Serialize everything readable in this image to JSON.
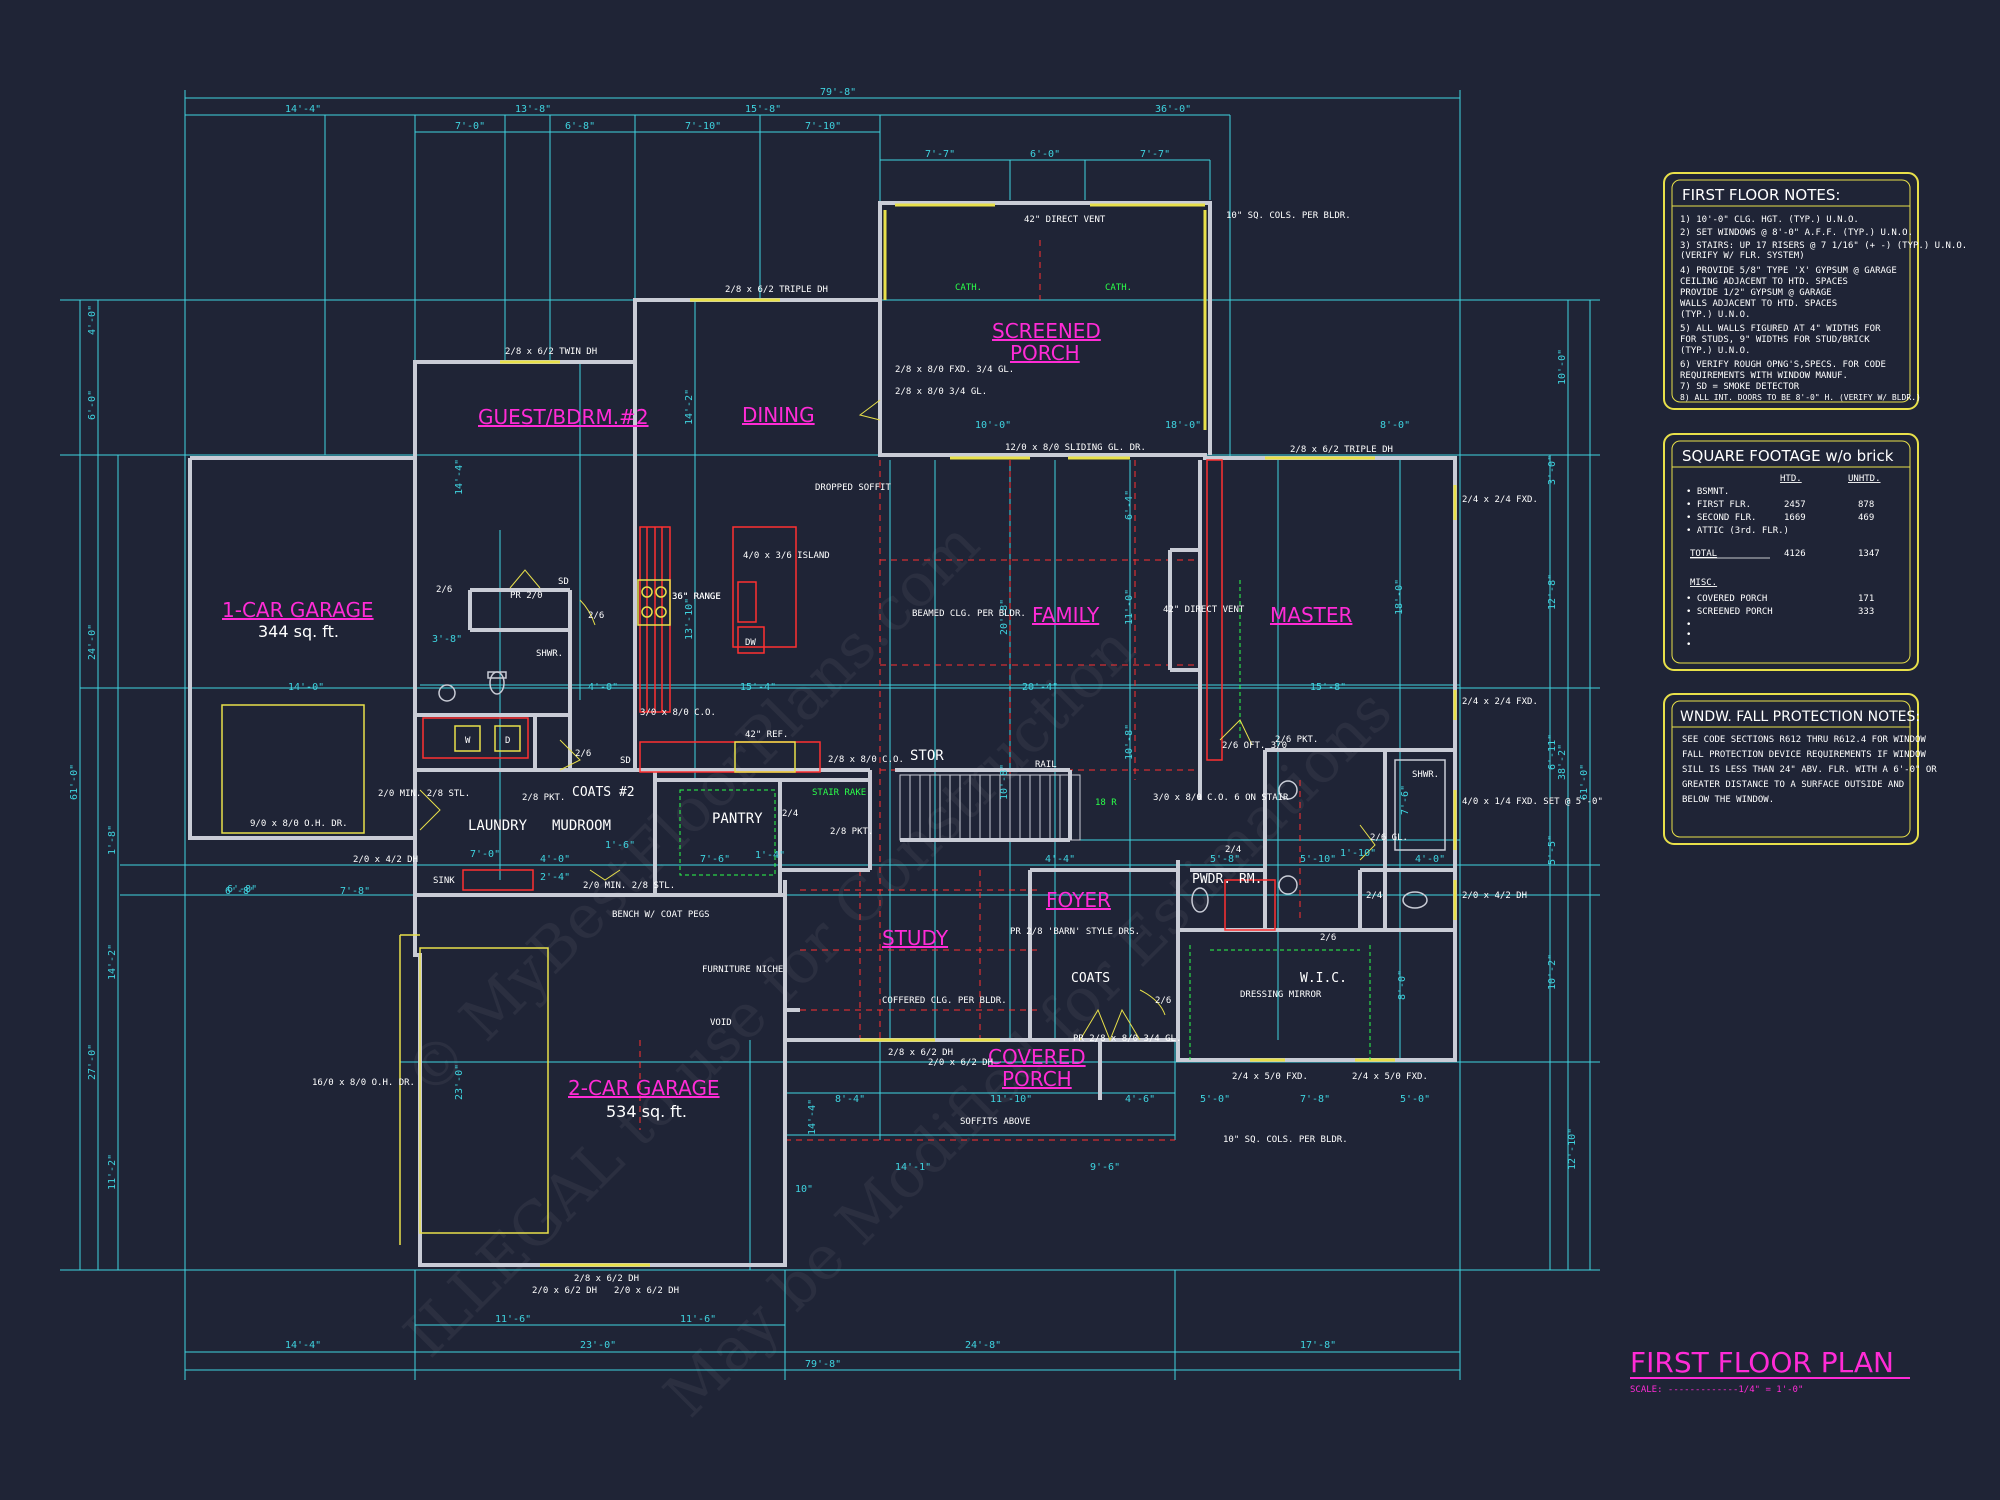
{
  "colors": {
    "background": "#1f2436",
    "wall": "#c9ccd6",
    "dimension": "#3fd4e0",
    "room_label": "#ff2bd6",
    "window": "#e8e04a",
    "hidden": "#ff3030",
    "accent_green": "#2bff4a"
  },
  "plan_title": "FIRST FLOOR PLAN",
  "plan_scale": "SCALE: -------------1/4\" = 1'-0\"",
  "watermarks": [
    "© MyBestFloorPlans.com",
    "ILLEGAL to use for Construction",
    "May be Modified for Estimations"
  ],
  "rooms": {
    "garage1": "1-CAR GARAGE",
    "garage1_area": "344 sq. ft.",
    "guest": "GUEST/BDRM.#2",
    "dining": "DINING",
    "screened": "SCREENED",
    "screened2": "PORCH",
    "family": "FAMILY",
    "master": "MASTER",
    "laundry": "LAUNDRY",
    "mudroom": "MUDROOM",
    "pantry": "PANTRY",
    "stor": "STOR",
    "study": "STUDY",
    "foyer": "FOYER",
    "covered": "COVERED",
    "covered2": "PORCH",
    "garage2": "2-CAR GARAGE",
    "garage2_area": "534 sq. ft.",
    "pwdr": "PWDR. RM.",
    "wic": "W.I.C.",
    "coats2": "COATS #2",
    "coats": "COATS"
  },
  "dims_top": {
    "overall": "79'-8\"",
    "a": "14'-4\"",
    "b": "13'-8\"",
    "c": "15'-8\"",
    "d": "36'-0\"",
    "e": "7'-0\"",
    "f": "6'-8\"",
    "g": "7'-10\"",
    "h": "7'-10\"",
    "i": "7'-7\"",
    "j": "6'-0\"",
    "k": "7'-7\""
  },
  "dims_bottom": {
    "overall": "79'-8\"",
    "a": "14'-4\"",
    "b": "23'-0\"",
    "c": "24'-8\"",
    "d": "17'-8\"",
    "e": "11'-6\"",
    "f": "11'-6\""
  },
  "dims_left": {
    "overall": "61'-0\"",
    "a": "24'-0\"",
    "b": "27'-0\"",
    "c": "14'-2\"",
    "d": "11'-2\"",
    "e": "4'-0\"",
    "f": "6'-0\"",
    "g": "1'-8\""
  },
  "dims_right": {
    "overall": "61'-0\"",
    "a": "38'-2\"",
    "b": "10'-0\"",
    "c": "3'-0\"",
    "d": "12'-8\"",
    "e": "6'-11\"",
    "f": "5'-5\"",
    "g": "10'-2\"",
    "h": "12'-10\""
  },
  "dims_inner": [
    "14'-0\"",
    "7'-0\"",
    "6'-8\"",
    "3'-8\"",
    "4'-0\"",
    "15'-4\"",
    "20'-4\"",
    "15'-8\"",
    "14'-4\"",
    "14'-2\"",
    "13'-10\"",
    "10'-0\"",
    "18'-0\"",
    "8'-0\"",
    "6'-4\"",
    "11'-0\"",
    "20'-8\"",
    "18'-0\"",
    "10'-8\"",
    "10'-8\"",
    "4'-4\"",
    "8'-4\"",
    "11'-10\"",
    "4'-6\"",
    "5'-0\"",
    "7'-8\"",
    "5'-0\"",
    "14'-1\"",
    "9'-6\"",
    "6'-8\"",
    "7'-8\"",
    "23'-0\"",
    "14'-4\"",
    "7'-6\"",
    "1'-4\"",
    "4'-0\"",
    "1'-6\"",
    "2'-4\"",
    "5'-8\"",
    "5'-10\"",
    "1'-10\"",
    "4'-0\"",
    "8'-0\"",
    "7'-6\"",
    "10\""
  ],
  "notes": [
    "2/8 x 6/2 TRIPLE DH",
    "2/8 x 6/2 TWIN DH",
    "2/8 x 6/2 TRIPLE DH",
    "42\" DIRECT VENT",
    "10\" SQ. COLS. PER BLDR.",
    "CATH.",
    "CATH.",
    "2/8 x 8/0 FXD. 3/4 GL.",
    "2/8 x 8/0 3/4 GL.",
    "12/0 x 8/0 SLIDING GL. DR.",
    "DROPPED SOFFIT",
    "4/0 x 3/6 ISLAND",
    "36\" RANGE",
    "DW",
    "BEAMED CLG. PER BLDR.",
    "42\" DIRECT VENT",
    "2/4 x 2/4 FXD.",
    "2/4 x 2/4 FXD.",
    "4/0 x 1/4 FXD. SET @ 5'-0\"",
    "2/0 x 4/2 DH",
    "SD",
    "PR 2/0",
    "SHWR.",
    "2/6",
    "2/6",
    "W",
    "D",
    "2/6",
    "SD",
    "3/0 x 8/0 C.O.",
    "42\" REF.",
    "2/8 x 8/0 C.O.",
    "STAIR RAKE",
    "RAIL",
    "3/0 x 8/0 C.O. 6 ON STAIR",
    "2/4",
    "2/8 PKT.",
    "2/8 PKT.",
    "2/6 PKT.",
    "2/6 OFT. 3/0",
    "SHWR.",
    "2/6 GL.",
    "2/4",
    "2/6",
    "2/4",
    "2/6",
    "2/0 MIN. 2/8 STL.",
    "2/0 x 4/2 DH",
    "SINK",
    "BENCH W/ COAT PEGS",
    "2/0 MIN. 2/8 STL.",
    "FURNITURE NICHE",
    "VOID",
    "COFFERED CLG. PER BLDR.",
    "PR 2/8 'BARN' STYLE DRS.",
    "PR 2/8 x 8/0 3/4 GL.",
    "DRESSING MIRROR",
    "2/8 x 6/2 DH",
    "2/0 x 6/2 DH",
    "SOFFITS ABOVE",
    "10\" SQ. COLS. PER BLDR.",
    "16/0 x 8/0 O.H. DR.",
    "9/0 x 8/0 O.H. DR.",
    "2/8 x 6/2 DH",
    "2/0 x 6/2 DH",
    "2/0 x 6/2 DH",
    "2/4 x 5/0 FXD.",
    "2/4 x 5/0 FXD.",
    "36\" RANGE",
    "18 R"
  ],
  "panel_first_floor": {
    "title": "FIRST FLOOR NOTES:",
    "lines": [
      "1) 10'-0\" CLG. HGT. (TYP.) U.N.O.",
      "2) SET WINDOWS @ 8'-0\" A.F.F. (TYP.) U.N.O.",
      "3) STAIRS: UP 17 RISERS @ 7 1/16\" (+ -)  (TYP.) U.N.O.",
      "   (VERIFY W/ FLR. SYSTEM)",
      "4) PROVIDE 5/8\" TYPE 'X' GYPSUM @ GARAGE",
      "   CEILING ADJACENT TO HTD. SPACES",
      "   PROVIDE 1/2\" GYPSUM @ GARAGE",
      "   WALLS ADJACENT TO HTD. SPACES",
      "   (TYP.) U.N.O.",
      "5) ALL WALLS FIGURED AT 4\" WIDTHS FOR",
      "   FOR STUDS, 9\" WIDTHS FOR STUD/BRICK",
      "   (TYP.) U.N.O.",
      "6) VERIFY ROUGH OPNG'S,SPECS. FOR CODE",
      "   REQUIREMENTS WITH WINDOW MANUF.",
      "7) SD = SMOKE DETECTOR",
      "8) ALL INT. DOORS TO BE 8'-0\" H. (VERIFY W/ BLDR.)"
    ]
  },
  "panel_sqft": {
    "title": "SQUARE FOOTAGE w/o brick",
    "col_htd": "HTD.",
    "col_unhtd": "UNHTD.",
    "rows": [
      {
        "label": "• BSMNT.",
        "htd": "",
        "unhtd": ""
      },
      {
        "label": "• FIRST FLR.",
        "htd": "2457",
        "unhtd": "878"
      },
      {
        "label": "• SECOND FLR.",
        "htd": "1669",
        "unhtd": "469"
      },
      {
        "label": "• ATTIC (3rd. FLR.)",
        "htd": "",
        "unhtd": ""
      }
    ],
    "total_label": "TOTAL",
    "total_htd": "4126",
    "total_unhtd": "1347",
    "misc_label": "MISC.",
    "misc": [
      {
        "label": "• COVERED PORCH",
        "val": "171"
      },
      {
        "label": "• SCREENED PORCH",
        "val": "333"
      },
      {
        "label": "•",
        "val": ""
      },
      {
        "label": "•",
        "val": ""
      },
      {
        "label": "•",
        "val": ""
      }
    ]
  },
  "panel_window": {
    "title": "WNDW. FALL PROTECTION NOTES:",
    "lines": [
      "SEE CODE SECTIONS R612 THRU R612.4 FOR WINDOW",
      "FALL PROTECTION DEVICE REQUIREMENTS IF WINDOW",
      "SILL IS LESS THAN 24\" ABV. FLR. WITH A 6'-0\" OR",
      "GREATER DISTANCE TO A SURFACE OUTSIDE AND",
      "BELOW THE WINDOW."
    ]
  }
}
